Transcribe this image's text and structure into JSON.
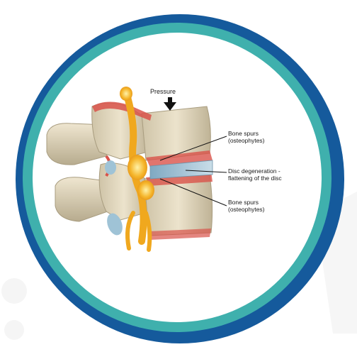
{
  "labels": {
    "pressure": "Pressure",
    "bone_spurs_top_line1": "Bone spurs",
    "bone_spurs_top_line2": "(osteophytes)",
    "disc_line1": "Disc degeneration -",
    "disc_line2": "flattening of the disc",
    "bone_spurs_bottom_line1": "Bone spurs",
    "bone_spurs_bottom_line2": "(osteophytes)"
  },
  "colors": {
    "outer_ring": "#155a9c",
    "inner_ring": "#3fb0ad",
    "bone": "#e9dfc8",
    "bone_shadow": "#b9ad92",
    "spur_red": "#d9524a",
    "nerve_yellow": "#f4b323",
    "disc_blue": "#9fc3d6"
  }
}
